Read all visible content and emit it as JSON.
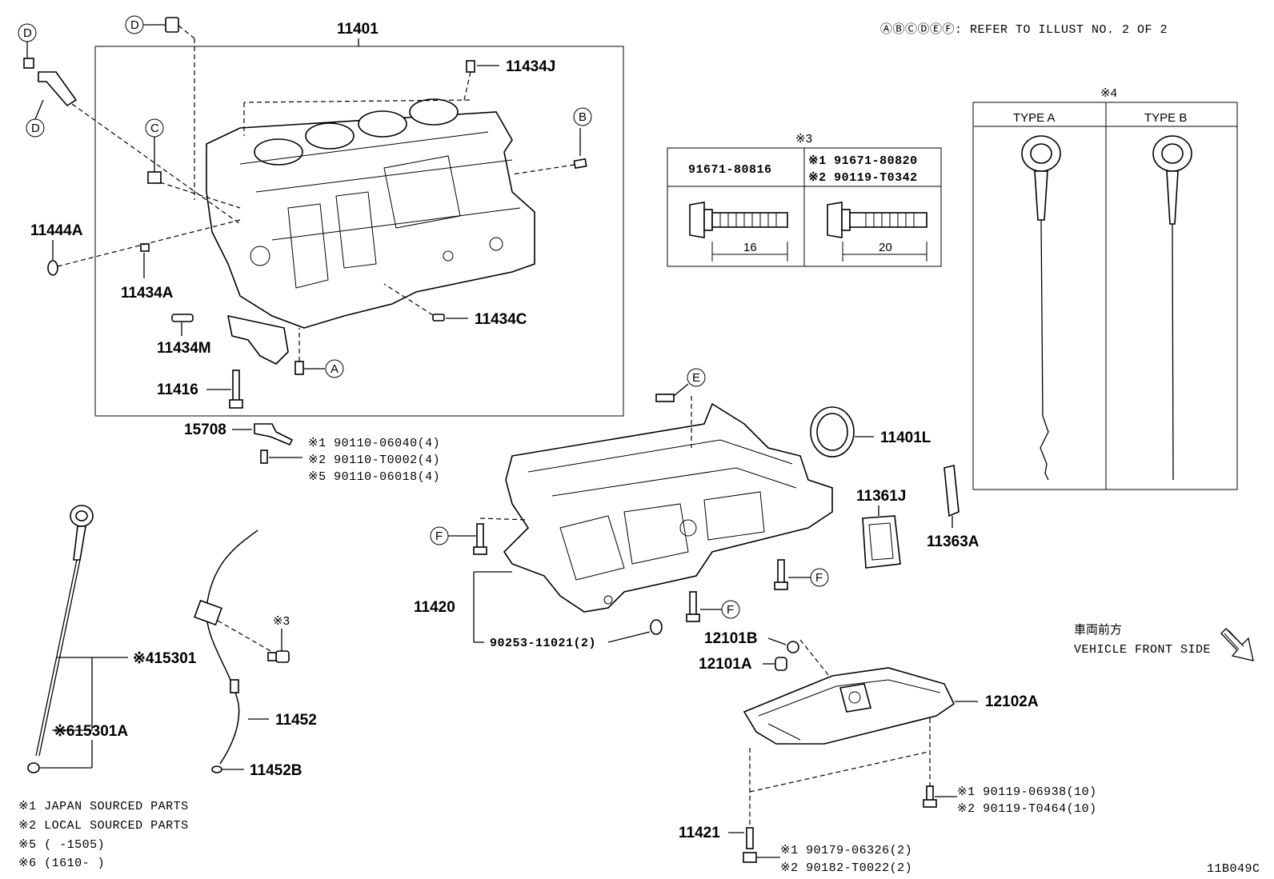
{
  "header": {
    "refer_note": "ⒶⒷⒸⒹⒺⒻ: REFER TO ILLUST NO. 2 OF 2",
    "diagram_code": "11B049C"
  },
  "callouts": {
    "a": "A",
    "b": "B",
    "c": "C",
    "d": "D",
    "e": "E",
    "f": "F"
  },
  "parts": {
    "p11401": "11401",
    "p11434J": "11434J",
    "p11444A": "11444A",
    "p11434A": "11434A",
    "p11434C": "11434C",
    "p11434M": "11434M",
    "p11416": "11416",
    "p15708": "15708",
    "p11401L": "11401L",
    "p11361J": "11361J",
    "p11363A": "11363A",
    "p11420": "11420",
    "p90253": "90253-11021(2)",
    "p12101B": "12101B",
    "p12101A": "12101A",
    "p12102A": "12102A",
    "p11421": "11421",
    "p15301": "※415301",
    "p15301A": "※615301A",
    "p11452": "11452",
    "p11452B": "11452B",
    "ref3": "※3"
  },
  "bolt_15708": {
    "l1": "※1 90110-06040(4)",
    "l2": "※2 90110-T0002(4)",
    "l3": "※5 90110-06018(4)"
  },
  "bolt_pan": {
    "l1": "※1 90119-06938(10)",
    "l2": "※2 90119-T0464(10)"
  },
  "bolt_drain": {
    "l1": "※1 90179-06326(2)",
    "l2": "※2 90182-T0022(2)"
  },
  "table3": {
    "title": "※3",
    "left_part": "91671-80816",
    "right_part_1": "※1 91671-80820",
    "right_part_2": "※2 90119-T0342",
    "left_len": "16",
    "right_len": "20"
  },
  "table4": {
    "title": "※4",
    "col_a": "TYPE A",
    "col_b": "TYPE B"
  },
  "direction": {
    "jp": "車両前方",
    "en": "VEHICLE FRONT SIDE"
  },
  "legend": {
    "l1": "※1 JAPAN SOURCED PARTS",
    "l2": "※2 LOCAL SOURCED PARTS",
    "l5": "※5 (      -1505)",
    "l6": "※6 (1610-      )"
  }
}
